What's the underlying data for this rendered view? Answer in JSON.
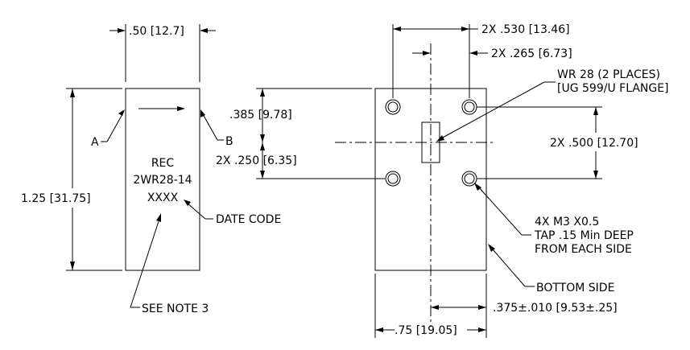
{
  "left_view": {
    "width_dim": ".50 [12.7]",
    "height_dim": "1.25 [31.75]",
    "label_a": "A",
    "label_b": "B",
    "marking_line1": "REC",
    "marking_line2": "2WR28-14",
    "marking_line3": "XXXX",
    "date_code": "DATE CODE",
    "see_note": "SEE NOTE 3"
  },
  "right_view": {
    "dim_530": "2X .530 [13.46]",
    "dim_265": "2X .265 [6.73]",
    "dim_385": ".385 [9.78]",
    "dim_250": "2X .250 [6.35]",
    "dim_500": "2X .500 [12.70]",
    "dim_375": ".375±.010 [9.53±.25]",
    "dim_75": ".75 [19.05]",
    "waveguide_line1": "WR 28 (2 PLACES)",
    "waveguide_line2": "[UG 599/U FLANGE]",
    "tap_line1": "4X M3 X0.5",
    "tap_line2": "TAP .15 Min DEEP",
    "tap_line3": "FROM EACH SIDE",
    "bottom_side": "BOTTOM SIDE"
  }
}
